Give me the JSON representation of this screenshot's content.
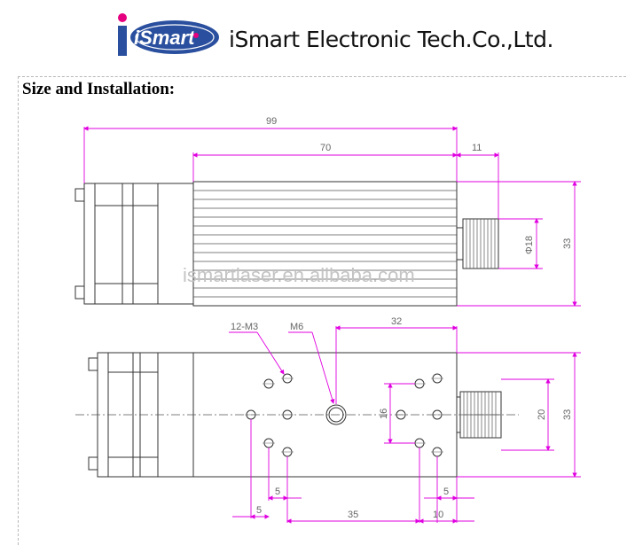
{
  "header": {
    "logo_text": "iSmart",
    "company_name": "iSmart Electronic Tech.Co.,Ltd."
  },
  "section": {
    "title": "Size and Installation:"
  },
  "watermark": "ismartlaser.en.alibaba.com",
  "dimensions": {
    "overall_length": "99",
    "body_length": "70",
    "lens_length": "11",
    "lens_diameter": "Φ18",
    "height": "33",
    "holes_label": "12-M3",
    "center_hole_label": "M6",
    "center_to_lens": "32",
    "hole_vertical_span": "16",
    "lens_width": "20",
    "height_bottom": "33",
    "spacing_a": "5",
    "spacing_b": "5",
    "spacing_c": "35",
    "spacing_d": "10",
    "spacing_e": "5"
  },
  "colors": {
    "dimension_line": "#e000e0",
    "outline": "#333333",
    "logo_blue": "#2a4f9e",
    "logo_pink": "#e5007f"
  }
}
